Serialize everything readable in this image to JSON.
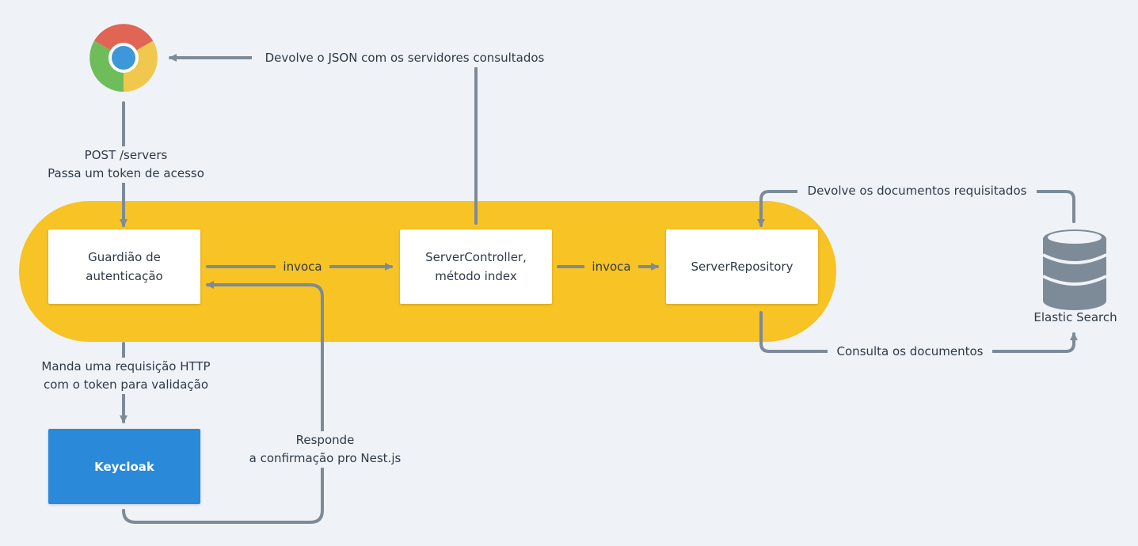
{
  "nodes": {
    "guard": "Guardião de\nautenticação",
    "controller": "ServerController,\nmétodo index",
    "repository": "ServerRepository",
    "keycloak": "Keycloak",
    "elastic": "Elastic Search"
  },
  "edges": {
    "returns_json": "Devolve o JSON com os servidores consultados",
    "post_servers": "POST /servers\nPassa um token de acesso",
    "invoke_1": "invoca",
    "invoke_2": "invoca",
    "returns_docs": "Devolve os documentos requisitados",
    "query_docs": "Consulta os documentos",
    "http_request": "Manda uma requisição HTTP\ncom o token para validação",
    "confirmation": "Responde\na confirmação pro Nest.js"
  },
  "icons": {
    "browser": "chrome-browser-icon",
    "database": "database-icon"
  },
  "colors": {
    "background": "#eff3f7",
    "pill": "#f7c325",
    "arrow": "#7d8b99",
    "keycloak": "#2a89d9",
    "database": "#7d8b99"
  }
}
